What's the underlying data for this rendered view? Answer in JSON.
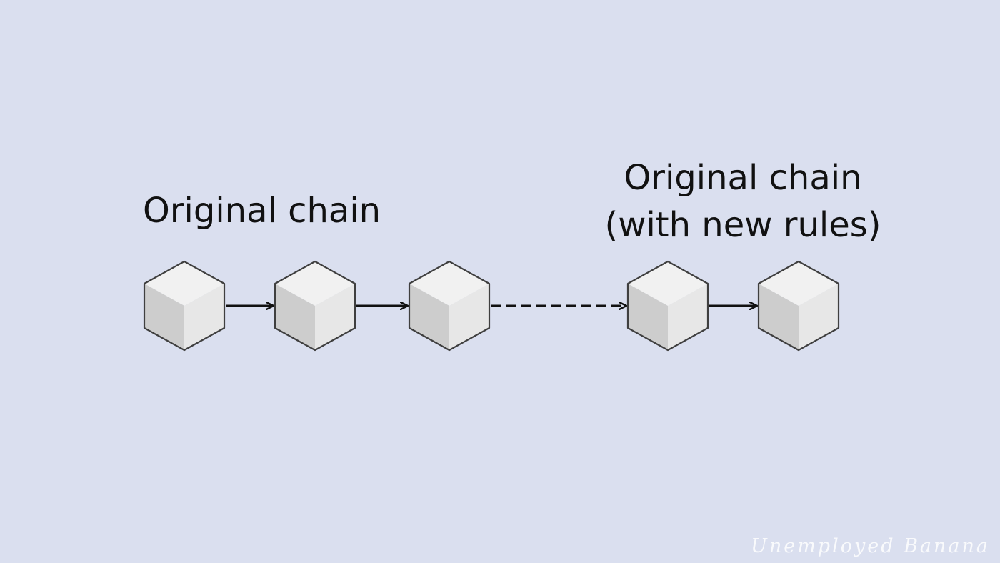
{
  "labels": {
    "left": "Original chain",
    "right_line1": "Original chain",
    "right_line2": "(with new rules)"
  },
  "blocks": [
    {
      "id": "block-1",
      "group": "original"
    },
    {
      "id": "block-2",
      "group": "original"
    },
    {
      "id": "block-3",
      "group": "original"
    },
    {
      "id": "block-4",
      "group": "new-rules"
    },
    {
      "id": "block-5",
      "group": "new-rules"
    }
  ],
  "connections": [
    {
      "from": "block-1",
      "to": "block-2",
      "style": "solid"
    },
    {
      "from": "block-2",
      "to": "block-3",
      "style": "solid"
    },
    {
      "from": "block-3",
      "to": "block-4",
      "style": "dashed"
    },
    {
      "from": "block-4",
      "to": "block-5",
      "style": "solid"
    }
  ],
  "watermark": "Unemployed Banana",
  "colors": {
    "background": "#dadfef",
    "cube_top": "#f1f1f1",
    "cube_left": "#cdcdcd",
    "cube_right": "#e7e7e7",
    "cube_outline": "#3f3f3f",
    "text": "#111111",
    "arrow": "#111111",
    "watermark": "#ffffff"
  }
}
